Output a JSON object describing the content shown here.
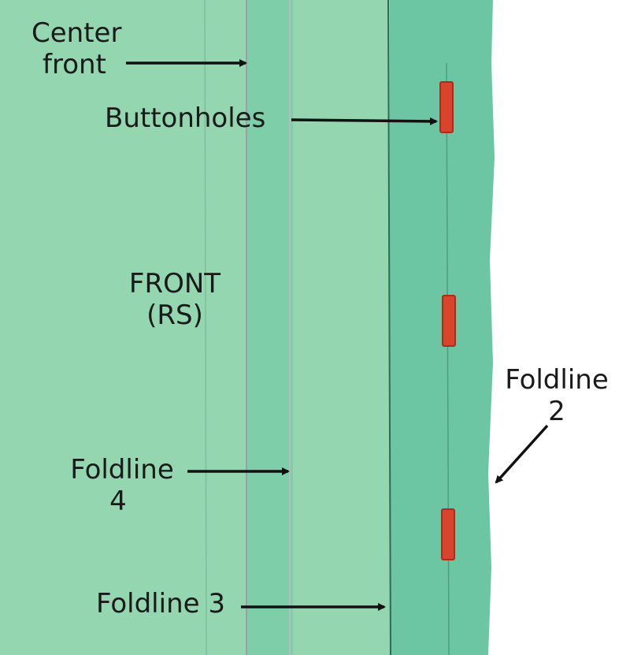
{
  "labels": {
    "center_front": [
      "Center",
      "front"
    ],
    "buttonholes": "Buttonholes",
    "front": [
      "FRONT",
      "(RS)"
    ],
    "foldline4": [
      "Foldline",
      "4"
    ],
    "foldline3": "Foldline 3",
    "foldline2": [
      "Foldline",
      "2"
    ]
  },
  "colors": {
    "fabric_light": "#93d6b0",
    "fabric_overlap": "#7fceaa",
    "fabric_edge": "#6cc6a4",
    "pressed_line": "#9aa0a8",
    "stitch_line": "#4f9d80",
    "buttonhole": "#d8452c",
    "buttonhole_border": "#b02a18",
    "arrow": "#111111"
  },
  "buttonhole_count": 3
}
